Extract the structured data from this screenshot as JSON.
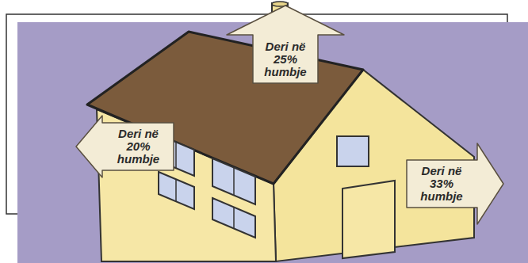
{
  "diagram": {
    "nodes": [
      {
        "text": [
          "Deri në 25% humbje"
        ]
      },
      {
        "text": [
          "Deri në 20% humbje"
        ]
      },
      {
        "text": [
          "Deri në 33% humbje"
        ]
      }
    ]
  }
}
